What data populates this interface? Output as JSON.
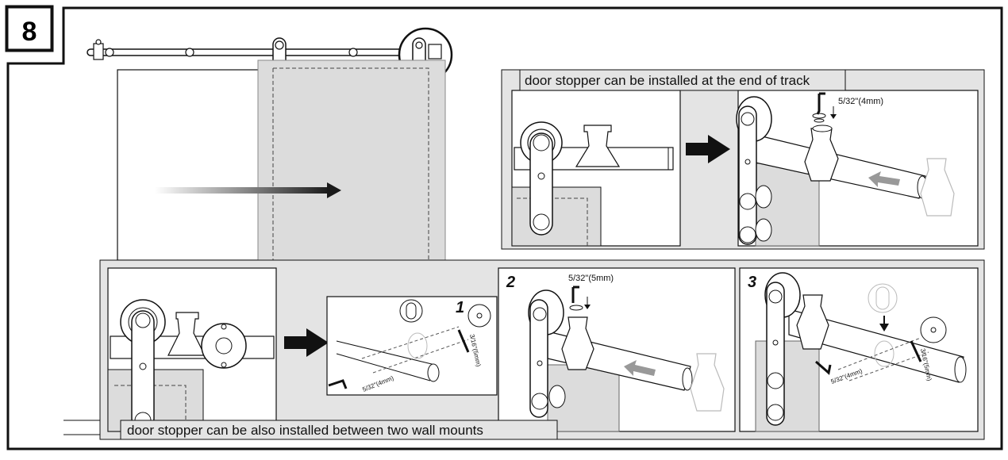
{
  "step": {
    "number": "8"
  },
  "top_panel": {
    "caption": "door stopper can be installed at the end of track",
    "wrench_size": "5/32\"(4mm)"
  },
  "bottom_panel": {
    "caption": "door stopper can be also installed between two wall mounts",
    "sub1": {
      "num": "1",
      "wrench_a": "5/32\"(4mm)",
      "wrench_b": "3/16\"(5mm)"
    },
    "sub2": {
      "num": "2",
      "wrench": "5/32\"(5mm)"
    },
    "sub3": {
      "num": "3",
      "wrench_a": "5/32\"(4mm)",
      "wrench_b": "3/16\"(5mm)"
    }
  },
  "colors": {
    "panel_gray": "#e4e4e4",
    "door_gray": "#dcdcdc",
    "arrow_gray": "#999999",
    "line": "#111111"
  }
}
